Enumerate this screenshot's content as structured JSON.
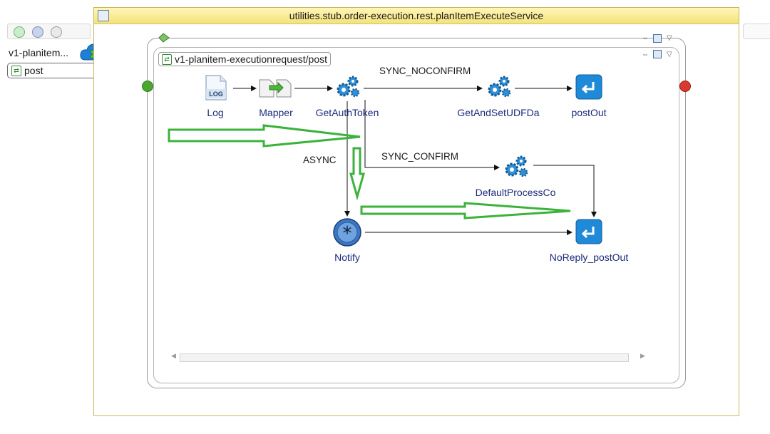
{
  "window": {
    "title": "utilities.stub.order-execution.rest.planItemExecuteService"
  },
  "sidebar": {
    "service_label": "v1-planitem...",
    "operation_label": "post"
  },
  "flow": {
    "label": "v1-planitem-executionrequest/post"
  },
  "nodes": {
    "log": "Log",
    "mapper": "Mapper",
    "get_auth_token": "GetAuthToken",
    "get_and_set": "GetAndSetUDFDa",
    "post_out": "postOut",
    "default_process": "DefaultProcessCo",
    "notify": "Notify",
    "noreply_post_out": "NoReply_postOut"
  },
  "edges": {
    "sync_noconfirm": "SYNC_NOCONFIRM",
    "sync_confirm": "SYNC_CONFIRM",
    "async": "ASYNC"
  },
  "icons": {
    "log_icon_text": "LOG"
  },
  "colors": {
    "title_bar": "#f3e27a",
    "annotation_arrow": "#3bb33b",
    "node_label": "#1e2a7a",
    "start": "#4aa82c",
    "end": "#d83a2f",
    "reply_icon": "#1f8ad8"
  }
}
